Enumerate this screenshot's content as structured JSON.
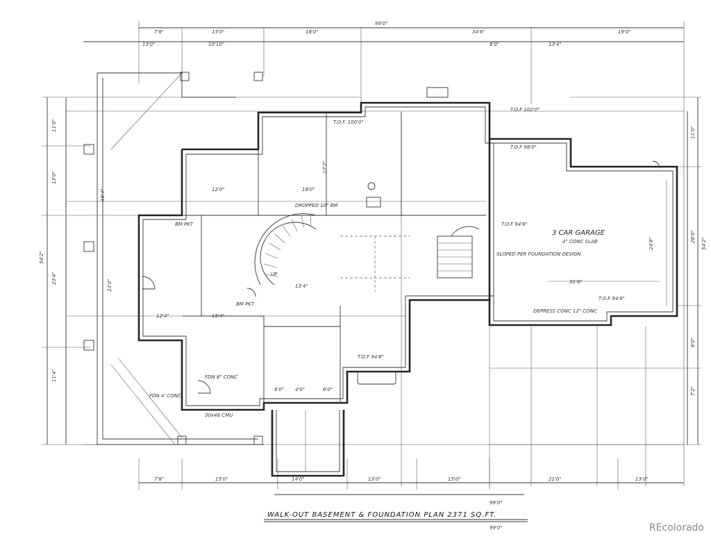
{
  "dimensions": {
    "overall_top": "99'0\"",
    "top_segments": [
      "7'8\"",
      "15'0\"",
      "18'0\"",
      "34'6\"",
      "19'0\""
    ],
    "top_sub": [
      "13'0\"",
      "10'10\"",
      "8'0\"",
      "13'4\""
    ],
    "right_segments": [
      "11'0\"",
      "26'0\"",
      "8'0\"",
      "7'2\""
    ],
    "right_overall": "54'2\"",
    "left_segments": [
      "11'0\"",
      "13'0\"",
      "16'4\"",
      "23'4\"",
      "11'4\""
    ],
    "left_overall": "54'2\"",
    "bottom_segments": [
      "7'8\"",
      "15'0\"",
      "14'0\"",
      "13'0\"",
      "15'0\"",
      "21'0\"",
      "13'0\""
    ],
    "bottom_overall": "99'0\""
  },
  "annotations": {
    "garage": "3 CAR GARAGE",
    "garage_sub": "4\" CONC SLAB",
    "tof_1": "T.O.F. 100'0\"",
    "tof_2": "T.O.F 102'0\"",
    "tof_3": "T.O.F 94'6\"",
    "tof_4": "T.O.F 94'6\"",
    "tof_5": "T.O.F 94'6\"",
    "tof_6": "T.O.F 98'0\"",
    "stair": "UP",
    "garage_dim_w": "31'8\"",
    "garage_dim_h": "24'8\"",
    "room_dims": [
      "18'0\"",
      "12'0\"",
      "17'2\"",
      "23'0\"",
      "12'4\"",
      "15'4\"",
      "6'0\"",
      "4'0\"",
      "13'4\"",
      "6'0\""
    ],
    "beam_note": "DROPPED 10\" BM",
    "slab_note": "DEPRESS CONC 12\" CONC",
    "footing_note": "SLOPED PER FOUNDATION DESIGN",
    "misc": [
      "BM PKT",
      "BM PKT",
      "FDN 4' CONC",
      "FDN 8\" CONC",
      "30x48 CMU"
    ]
  },
  "caption": "WALK-OUT BASEMENT & FOUNDATION PLAN  2371 SQ.FT.",
  "caption_sub": "99'0\"",
  "watermark": "REcolorado"
}
